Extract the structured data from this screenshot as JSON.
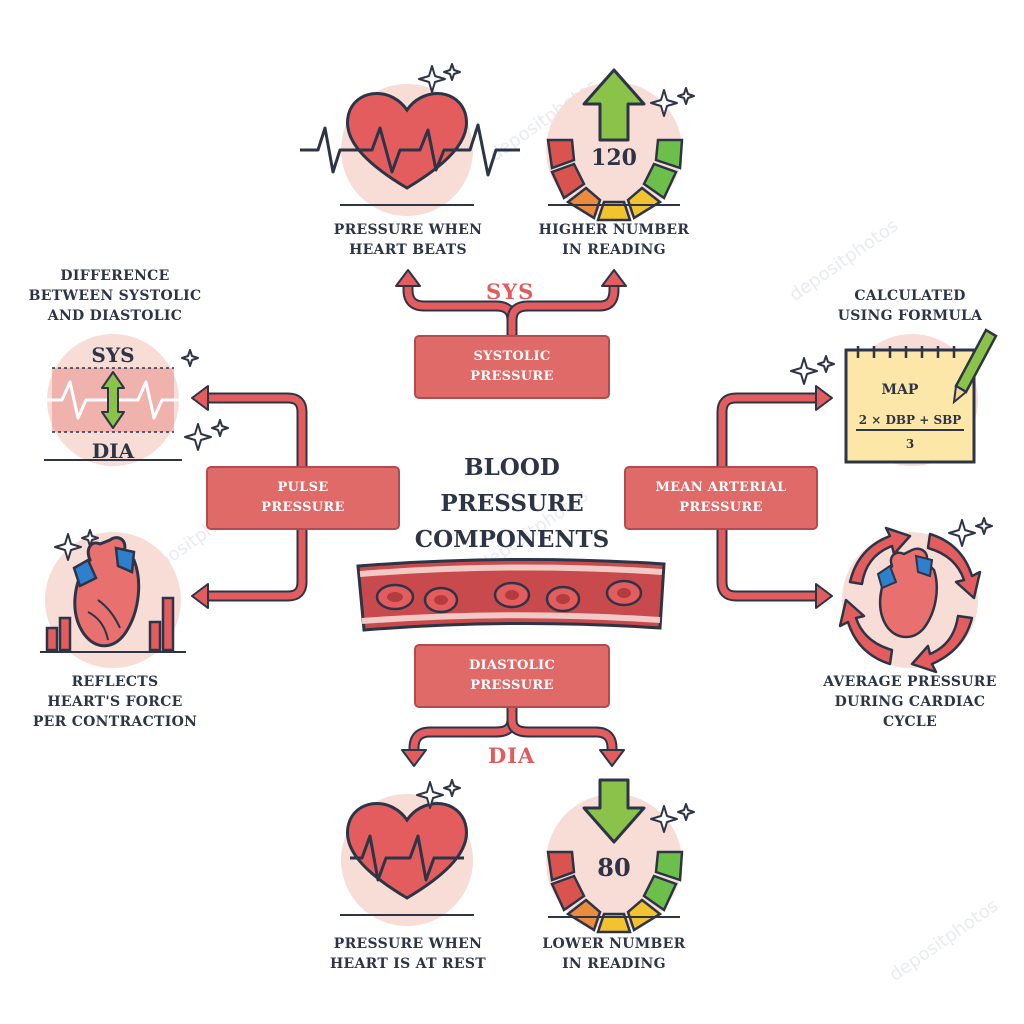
{
  "title": "BLOOD\nPRESSURE\nCOMPONENTS",
  "tags": {
    "sys": "SYS",
    "dia": "DIA"
  },
  "boxes": {
    "systolic": "SYSTOLIC\nPRESSURE",
    "diastolic": "DIASTOLIC\nPRESSURE",
    "pulse": "PULSE\nPRESSURE",
    "map": "MEAN ARTERIAL\nPRESSURE"
  },
  "captions": {
    "heart_beats": "PRESSURE WHEN\nHEART BEATS",
    "higher_number": "HIGHER NUMBER\nIN READING",
    "heart_rest": "PRESSURE WHEN\nHEART IS AT REST",
    "lower_number": "LOWER NUMBER\nIN READING",
    "difference": "DIFFERENCE\nBETWEEN SYSTOLIC\nAND DIASTOLIC",
    "reflects": "REFLECTS\nHEART'S FORCE\nPER CONTRACTION",
    "formula": "CALCULATED\nUSING FORMULA",
    "average": "AVERAGE PRESSURE\nDURING CARDIAC\nCYCLE"
  },
  "gauges": {
    "systolic_value": "120",
    "diastolic_value": "80"
  },
  "pulse_icon": {
    "top": "SYS",
    "bottom": "DIA"
  },
  "formula_card": {
    "label": "MAP",
    "numerator": "2 × DBP + SBP",
    "denominator": "3"
  },
  "watermark": "depositphotos",
  "colors": {
    "accent_red": "#e06a68",
    "dark_outline": "#2c3446",
    "arrow_red": "#e35d5f",
    "soft_pink": "#f8dcd6",
    "gauge_red": "#d9534f",
    "gauge_orange": "#ec8a3e",
    "gauge_yellow": "#f2c230",
    "gauge_green": "#6cbf4a",
    "arrow_green": "#8bc34a",
    "vein_blue": "#2f7fcf"
  }
}
